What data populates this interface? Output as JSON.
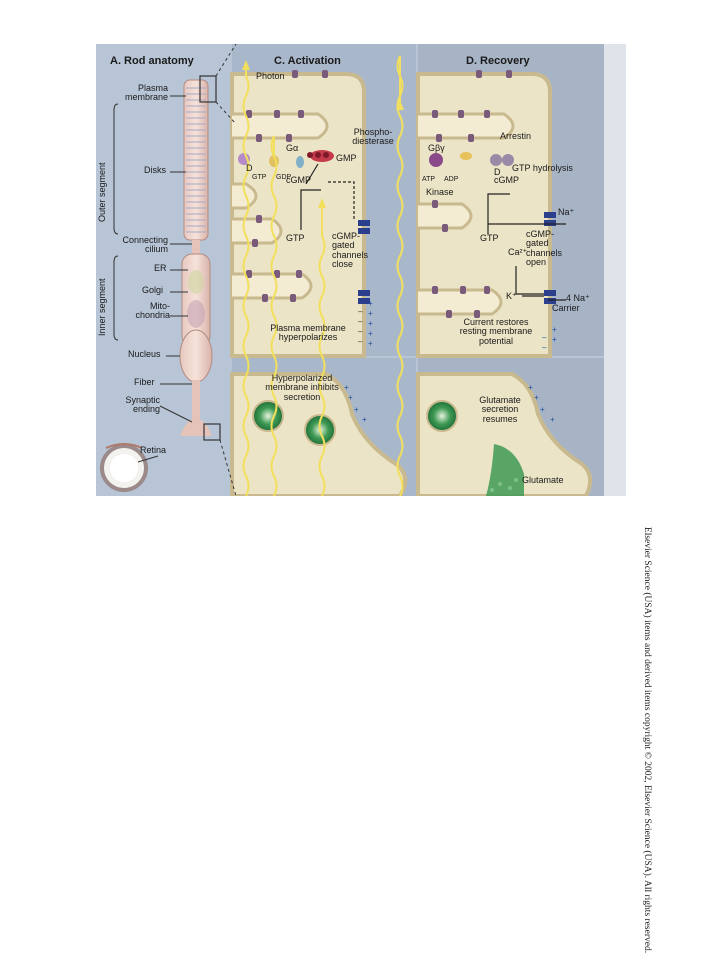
{
  "panels": {
    "a": {
      "title": "A. Rod anatomy"
    },
    "c": {
      "title": "C. Activation"
    },
    "d": {
      "title": "D. Recovery"
    }
  },
  "anatomy": {
    "plasma_membrane": "Plasma\nmembrane",
    "outer_segment": "Outer segment",
    "disks": "Disks",
    "connecting_cilium": "Connecting\ncilium",
    "inner_segment": "Inner segment",
    "er": "ER",
    "golgi": "Golgi",
    "mitochondria": "Mito-\nchondria",
    "nucleus": "Nucleus",
    "fiber": "Fiber",
    "synaptic_ending": "Synaptic\nending",
    "retina": "Retina"
  },
  "activation": {
    "photon": "Photon",
    "g_alpha": "Gα",
    "d": "D",
    "gtp_small": "GTP",
    "gdp": "GDP",
    "phosphodiesterase": "Phospho-\ndiesterase",
    "gmp": "GMP",
    "cgmp": "cGMP",
    "gtp": "GTP",
    "cgmp_channels_close": "cGMP-\ngated\nchannels\nclose",
    "plasma_hyperpolarizes": "Plasma membrane\nhyperpolarizes",
    "hyperpolarized_inhibits": "Hyperpolarized\nmembrane inhibits\nsecretion"
  },
  "recovery": {
    "arrestin": "Arrestin",
    "g_beta_gamma": "Gβγ",
    "gtp_hydrolysis": "GTP hydrolysis",
    "d": "D",
    "atp": "ATP",
    "adp": "ADP",
    "kinase": "Kinase",
    "cgmp": "cGMP",
    "na_plus": "Na⁺",
    "gtp": "GTP",
    "ca": "Ca²⁺",
    "cgmp_channels_open": "cGMP-\ngated\nchannels\nopen",
    "k_plus": "K⁺",
    "four_na": "4 Na⁺",
    "carrier": "Carrier",
    "current_restores": "Current restores\nresting membrane\npotential",
    "glutamate_resumes": "Glutamate\nsecretion\nresumes",
    "glutamate": "Glutamate"
  },
  "copyright": "Elsevier Science (USA) items and derived items copyright © 2002, Elsevier Science (USA). All rights reserved.",
  "colors": {
    "panel_blue": "#b8c5d6",
    "cell_fill": "#eae3c8",
    "membrane": "#c9b98f",
    "disk_protein": "#7a5a7a",
    "photon": "#f5e46a",
    "vesicle": "#2d8a4a",
    "channel": "#2b3f8c"
  }
}
